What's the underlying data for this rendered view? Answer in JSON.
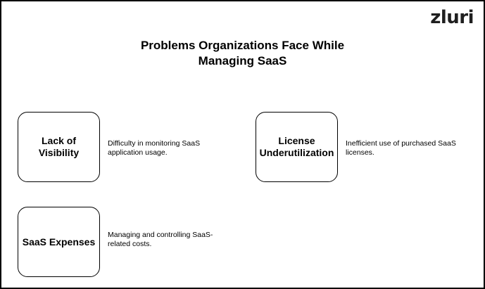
{
  "brand": {
    "logo_text": "zluri"
  },
  "header": {
    "title_line1": "Problems Organizations Face While",
    "title_line2": "Managing SaaS"
  },
  "problems": [
    {
      "label": "Lack of Visibility",
      "description": "Difficulty in monitoring SaaS application usage."
    },
    {
      "label": "License Underutilization",
      "description": "Inefficient use of purchased SaaS licenses."
    },
    {
      "label": "SaaS Expenses",
      "description": "Managing and controlling SaaS-related costs."
    }
  ]
}
